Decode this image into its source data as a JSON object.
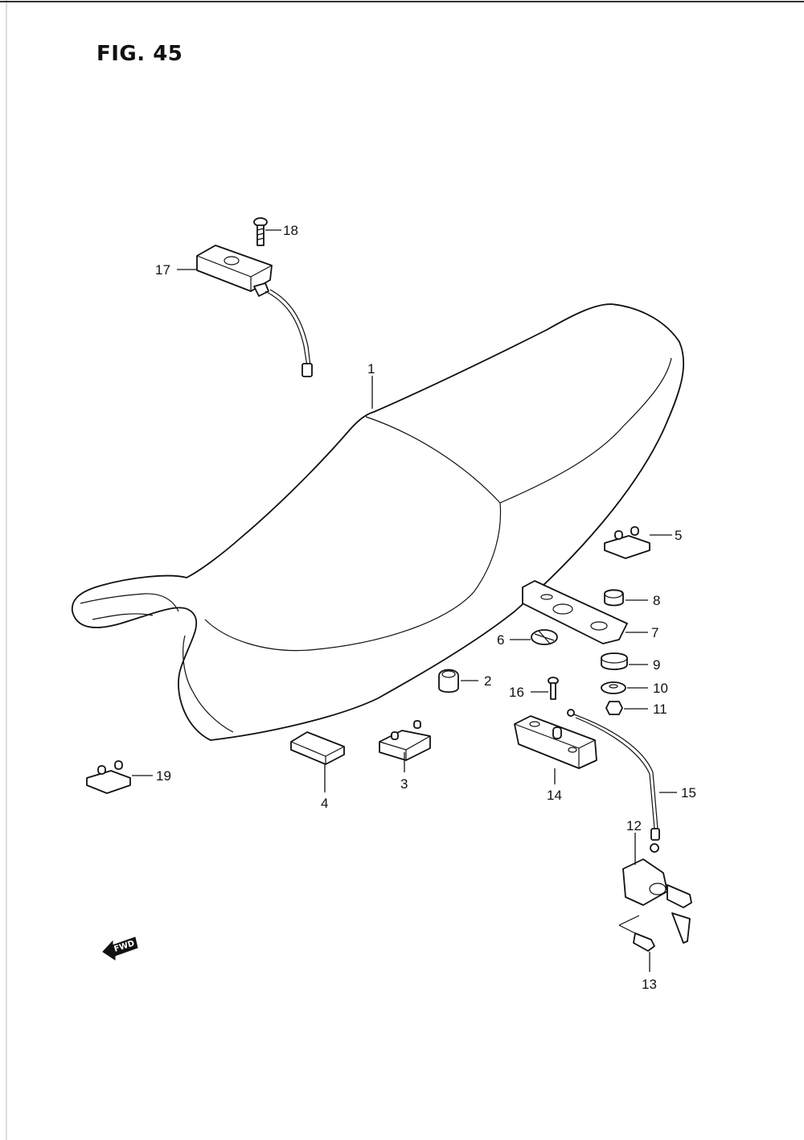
{
  "figure": {
    "title": "FIG. 45"
  },
  "callouts": [
    "1",
    "2",
    "3",
    "4",
    "5",
    "6",
    "7",
    "8",
    "9",
    "10",
    "11",
    "12",
    "13",
    "14",
    "15",
    "16",
    "17",
    "18",
    "19"
  ],
  "fwd_label": "FWD"
}
